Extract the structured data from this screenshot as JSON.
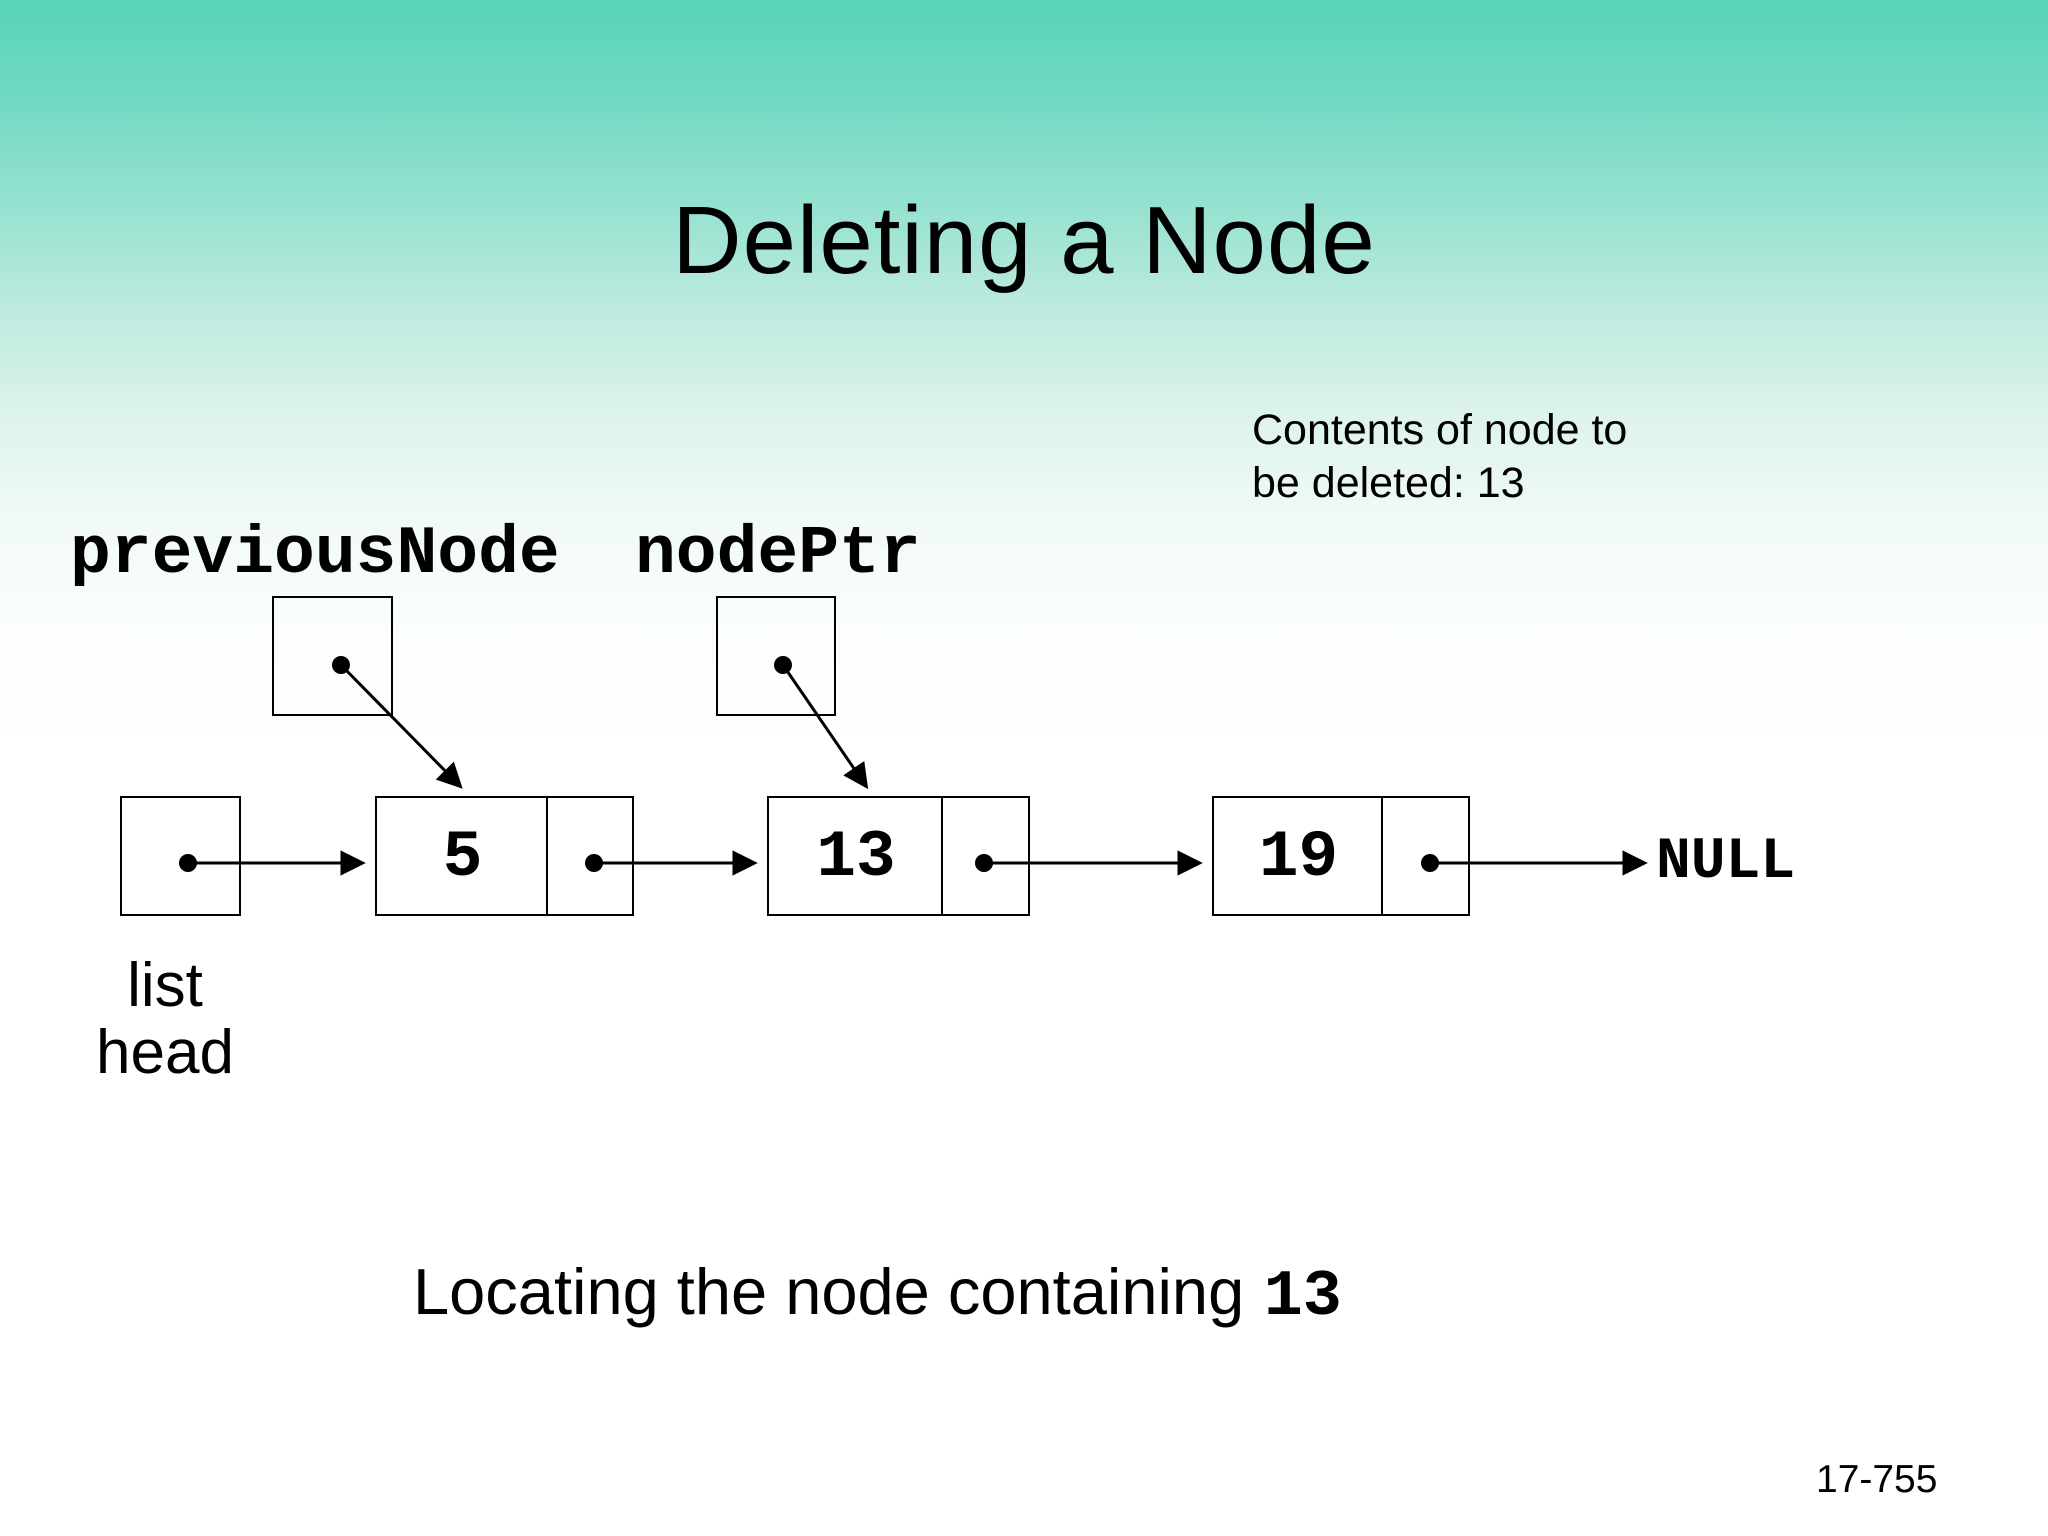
{
  "slide": {
    "title": "Deleting a Node",
    "note": {
      "line1": "Contents of node to",
      "line2": "be deleted: 13"
    },
    "caption": {
      "prefix": "Locating the node containing",
      "value": "13"
    },
    "page_number": "17-755"
  },
  "diagram": {
    "previous_pointer_label": "previousNode",
    "node_pointer_label": "nodePtr",
    "head_label": {
      "line1": "list",
      "line2": "head"
    },
    "nodes": [
      {
        "value": "5"
      },
      {
        "value": "13"
      },
      {
        "value": "19"
      }
    ],
    "terminator_label": "NULL"
  },
  "colors": {
    "gradient_top": "#58d4b9",
    "gradient_bottom": "#ffffff",
    "line": "#000000",
    "text": "#000000"
  }
}
